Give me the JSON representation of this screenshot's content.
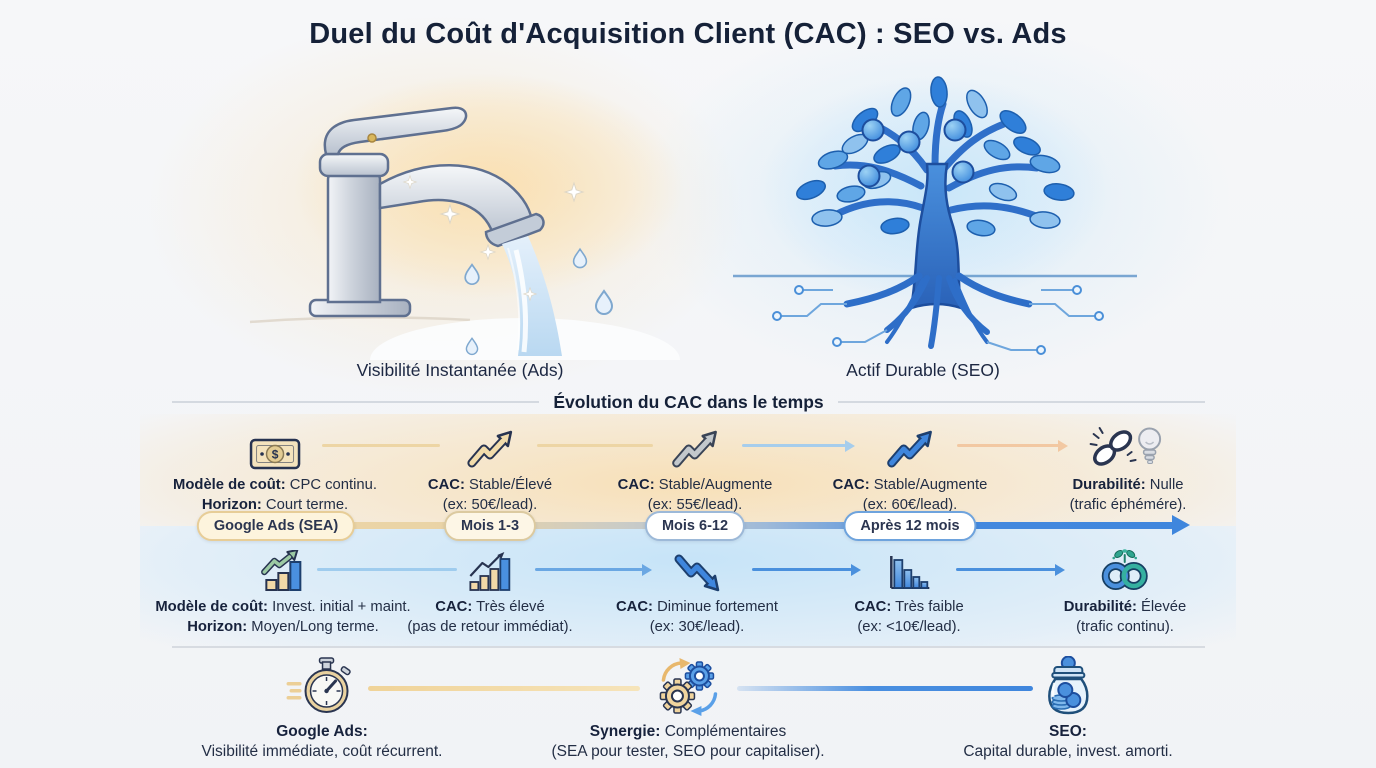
{
  "title": "Duel du Coût d'Acquisition Client (CAC) : SEO vs. Ads",
  "hero": {
    "ads_caption": "Visibilité Instantanée (Ads)",
    "seo_caption": "Actif Durable (SEO)"
  },
  "timeline": {
    "heading": "Évolution du CAC dans le temps",
    "pills": [
      {
        "label": "Google Ads (SEA)"
      },
      {
        "label": "Mois 1-3"
      },
      {
        "label": "Mois 6-12"
      },
      {
        "label": "Après 12 mois"
      }
    ],
    "ads_row": {
      "items": [
        {
          "icon": "money-bill-icon",
          "l1b": "Modèle de coût:",
          "l1": " CPC continu.",
          "l2b": "Horizon:",
          "l2": " Court terme."
        },
        {
          "icon": "trend-up-tan-icon",
          "l1b": "CAC:",
          "l1": " Stable/Élevé",
          "l2": "(ex: 50€/lead)."
        },
        {
          "icon": "trend-up-gray-icon",
          "l1b": "CAC:",
          "l1": " Stable/Augmente",
          "l2": "(ex: 55€/lead)."
        },
        {
          "icon": "trend-up-blue-icon",
          "l1b": "CAC:",
          "l1": " Stable/Augmente",
          "l2": "(ex: 60€/lead)."
        },
        {
          "icon": "broken-chain-bulb-icon",
          "l1b": "Durabilité:",
          "l1": " Nulle",
          "l2": "(trafic éphémére)."
        }
      ]
    },
    "seo_row": {
      "items": [
        {
          "icon": "bar-growth-icon",
          "l1b": "Modèle de coût:",
          "l1": " Invest. initial + maint.",
          "l2b": "Horizon:",
          "l2": " Moyen/Long terme."
        },
        {
          "icon": "bar-rise-icon",
          "l1b": "CAC:",
          "l1": " Très élevé",
          "l2": "(pas de retour immédiat)."
        },
        {
          "icon": "trend-down-blue-icon",
          "l1b": "CAC:",
          "l1": " Diminue fortement",
          "l2": "(ex: 30€/lead)."
        },
        {
          "icon": "bars-decline-icon",
          "l1b": "CAC:",
          "l1": " Très faible",
          "l2": "(ex: <10€/lead)."
        },
        {
          "icon": "infinity-sprout-icon",
          "l1b": "Durabilité:",
          "l1": " Élevée",
          "l2": "(trafic continu)."
        }
      ]
    }
  },
  "footer": {
    "items": [
      {
        "icon": "stopwatch-icon",
        "b": "Google Ads:",
        "rest": "",
        "l2": "Visibilité immédiate, coût récurrent."
      },
      {
        "icon": "gears-icon",
        "b": "Synergie:",
        "rest": " Complémentaires",
        "l2": "(SEA pour tester, SEO pour capitaliser)."
      },
      {
        "icon": "money-jar-icon",
        "b": "SEO:",
        "rest": "",
        "l2": "Capital durable, invest. amorti."
      }
    ]
  },
  "colors": {
    "title_text": "#152138",
    "body_text": "#232e45",
    "ads_accent": "#e9cd94",
    "seo_accent": "#3f86dd",
    "band_ads": "#f8e0b8",
    "band_seo": "#c8e4f8",
    "gray_step": "#c8cbc8",
    "pill_cream_border": "#e7cd97",
    "pill_blue_border": "#6ea3dd"
  }
}
